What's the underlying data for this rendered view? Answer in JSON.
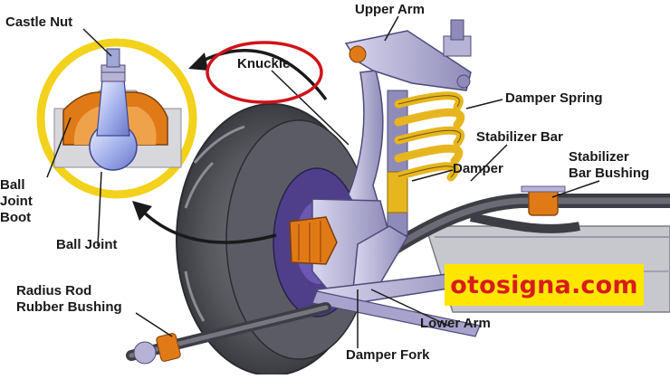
{
  "labels": {
    "upper_arm": "Upper Arm",
    "castle_nut": "Castle Nut",
    "knuckle": "Knuckle",
    "damper_spring": "Damper Spring",
    "stabilizer_bar": "Stabilizer Bar",
    "stabilizer_bar_bushing": "Stabilizer\nBar Bushing",
    "damper": "Damper",
    "ball_joint_boot": "Ball\nJoint\nBoot",
    "ball_joint": "Ball Joint",
    "radius_rod_rubber_bushing": "Radius Rod\nRubber Bushing",
    "lower_arm": "Lower Arm",
    "damper_fork": "Damper Fork"
  },
  "watermark": "otosigna.com",
  "colors": {
    "knuckle_highlight": "#d0141a",
    "inset_border": "#f2d21c",
    "watermark_bg": "#ffe600",
    "watermark_text": "#d81c1c",
    "spring": "#e7b61f",
    "bushing": "#e07a17",
    "metal": "#b7b3d6",
    "tire": "#4b4c52"
  }
}
